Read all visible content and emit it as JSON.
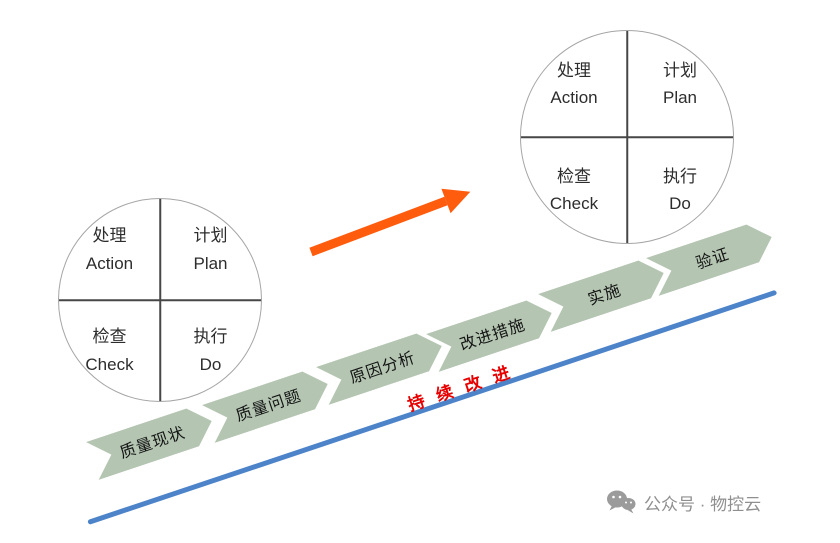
{
  "pdca": {
    "quadrants": [
      {
        "zh": "处理",
        "en": "Action"
      },
      {
        "zh": "计划",
        "en": "Plan"
      },
      {
        "zh": "检查",
        "en": "Check"
      },
      {
        "zh": "执行",
        "en": "Do"
      }
    ]
  },
  "steps": [
    {
      "label": "质量现状"
    },
    {
      "label": "质量问题"
    },
    {
      "label": "原因分析"
    },
    {
      "label": "改进措施"
    },
    {
      "label": "实施"
    },
    {
      "label": "验证"
    }
  ],
  "slope": {
    "label": "持 续 改 进"
  },
  "watermark": {
    "text": "公众号 · 物控云"
  },
  "colors": {
    "step_fill": "#b4c6b2",
    "slope_line": "#4d84c9",
    "arrow": "#ff5c0d",
    "slope_label": "#e60000",
    "watermark": "#8f8f8f",
    "circle_stroke": "#a5a5a5",
    "divider": "#474747"
  }
}
